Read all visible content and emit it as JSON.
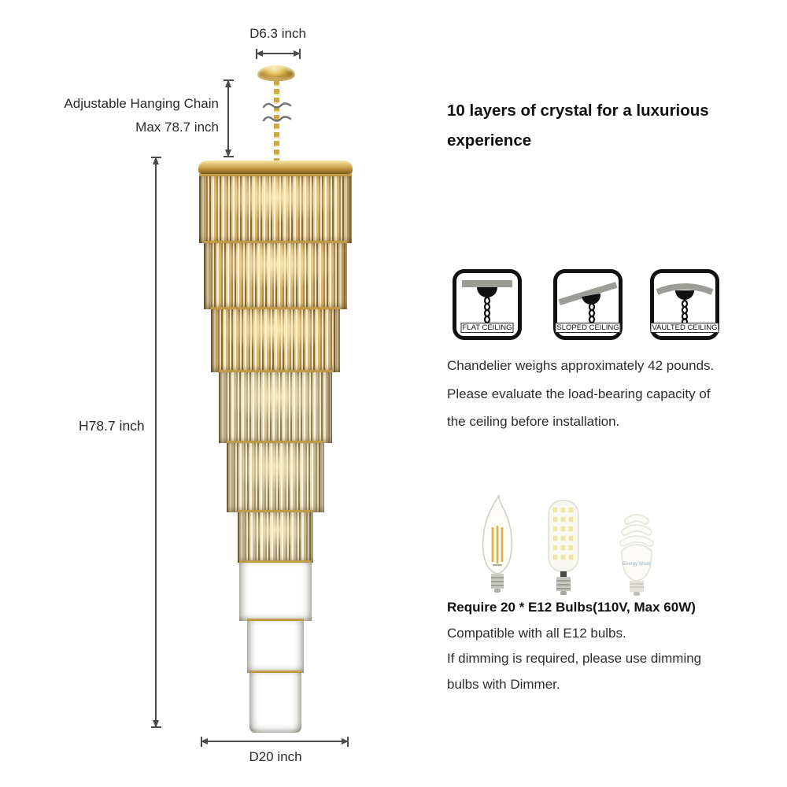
{
  "product_diagram": {
    "canopy_diameter_label": "D6.3 inch",
    "chain_note_line1": "Adjustable Hanging Chain",
    "chain_note_line2": "Max 78.7 inch",
    "height_label": "H78.7 inch",
    "diameter_label": "D20 inch"
  },
  "heading": {
    "line1": "10 layers of crystal for a luxurious",
    "line2": "experience"
  },
  "ceiling_compatibility": {
    "icons": [
      {
        "name": "flat-ceiling-icon",
        "label": "FLAT CEILING"
      },
      {
        "name": "sloped-ceiling-icon",
        "label": "SLOPED CEILING"
      },
      {
        "name": "vaulted-ceiling-icon",
        "label": "VAULTED CEILING"
      }
    ]
  },
  "weight_note": {
    "line1": "Chandelier weighs approximately 42 pounds.",
    "line2": "Please evaluate the load-bearing capacity of",
    "line3": "the ceiling before installation."
  },
  "bulb_info": {
    "bulb_images": [
      "candle-filament-bulb",
      "corn-led-bulb",
      "spiral-cfl-bulb"
    ],
    "spiral_bulb_text": "Energy Wiser",
    "requirement": "Require 20 * E12 Bulbs(110V, Max 60W)",
    "compatibility": "Compatible with all E12 bulbs.",
    "dimming_line1": "If dimming is required, please use dimming",
    "dimming_line2": "bulbs with Dimmer."
  },
  "colors": {
    "gold_accent": "#c9a54e",
    "dimension_lines": "#4a4a4a",
    "text": "#1f1f1f",
    "background": "#ffffff"
  }
}
